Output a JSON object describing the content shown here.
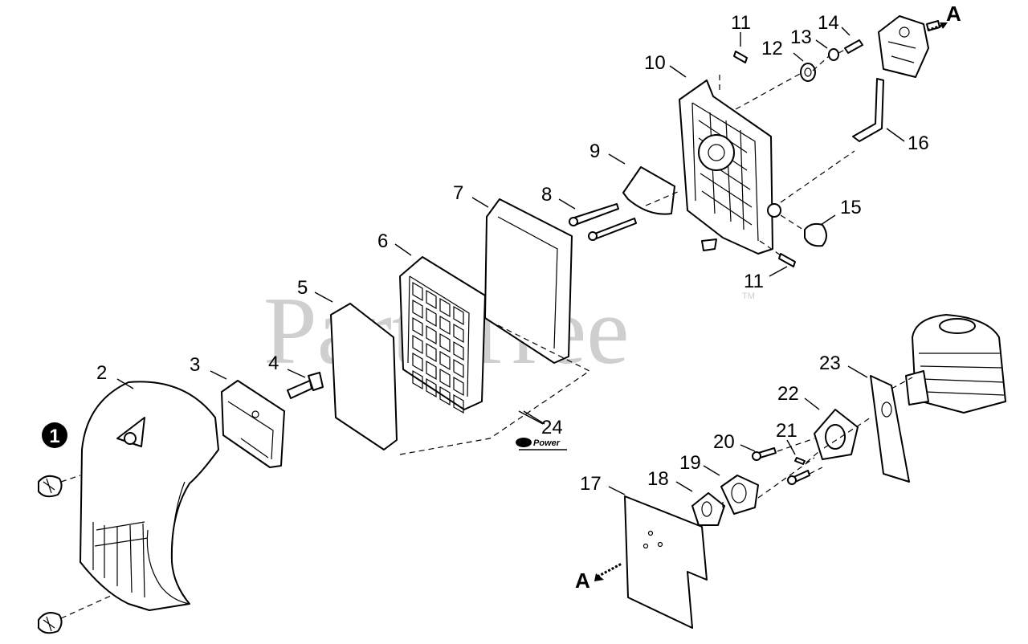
{
  "watermark": {
    "text": "PartsTree",
    "tm": "TM"
  },
  "callout_marker": "1",
  "arrow_label": "A",
  "brand_mark": "Power",
  "callouts": [
    {
      "id": "2",
      "label": "2"
    },
    {
      "id": "3",
      "label": "3"
    },
    {
      "id": "4",
      "label": "4"
    },
    {
      "id": "5",
      "label": "5"
    },
    {
      "id": "6",
      "label": "6"
    },
    {
      "id": "7",
      "label": "7"
    },
    {
      "id": "8",
      "label": "8"
    },
    {
      "id": "9",
      "label": "9"
    },
    {
      "id": "10",
      "label": "10"
    },
    {
      "id": "11a",
      "label": "11"
    },
    {
      "id": "11b",
      "label": "11"
    },
    {
      "id": "12",
      "label": "12"
    },
    {
      "id": "13",
      "label": "13"
    },
    {
      "id": "14",
      "label": "14"
    },
    {
      "id": "15",
      "label": "15"
    },
    {
      "id": "16",
      "label": "16"
    },
    {
      "id": "17",
      "label": "17"
    },
    {
      "id": "18",
      "label": "18"
    },
    {
      "id": "19",
      "label": "19"
    },
    {
      "id": "20",
      "label": "20"
    },
    {
      "id": "21",
      "label": "21"
    },
    {
      "id": "22",
      "label": "22"
    },
    {
      "id": "23",
      "label": "23"
    },
    {
      "id": "24",
      "label": "24"
    }
  ]
}
